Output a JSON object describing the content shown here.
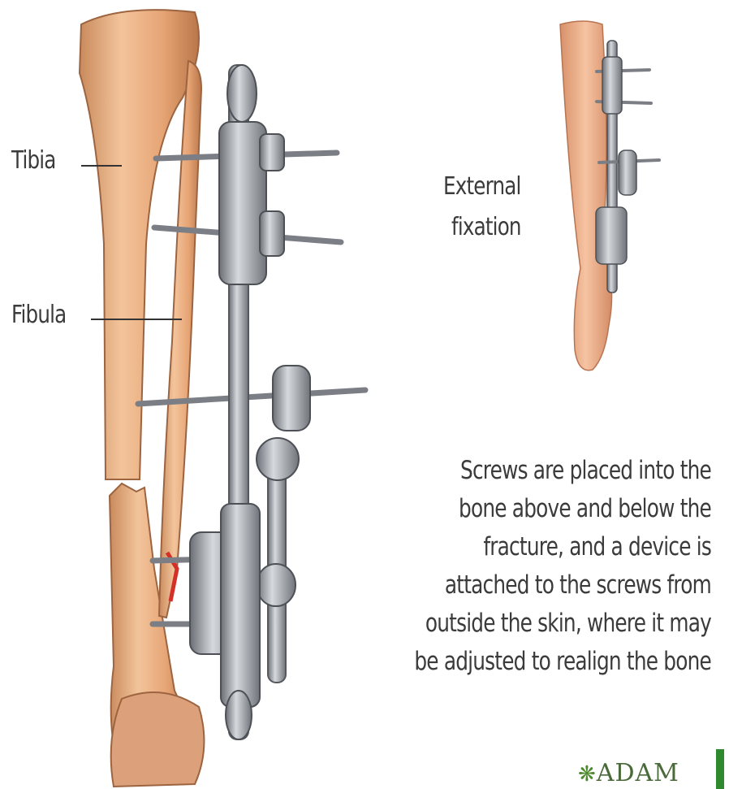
{
  "labels": {
    "tibia": "Tibia",
    "fibula": "Fibula",
    "external_fixation_line1": "External",
    "external_fixation_line2": "fixation"
  },
  "caption": {
    "lines": [
      "Screws are placed into the",
      "bone above and below the",
      "fracture, and a device is",
      "attached to the screws from",
      "outside the skin, where it may",
      "be adjusted to realign the bone"
    ]
  },
  "logo": {
    "text": "ADAM"
  },
  "colors": {
    "bone": "#e8a878",
    "bone_shadow": "#c77e50",
    "metal": "#9a9ea4",
    "metal_dark": "#5f6368",
    "skin": "#eeb290",
    "text": "#3b3b3b",
    "brand": "#2f8a2f"
  }
}
